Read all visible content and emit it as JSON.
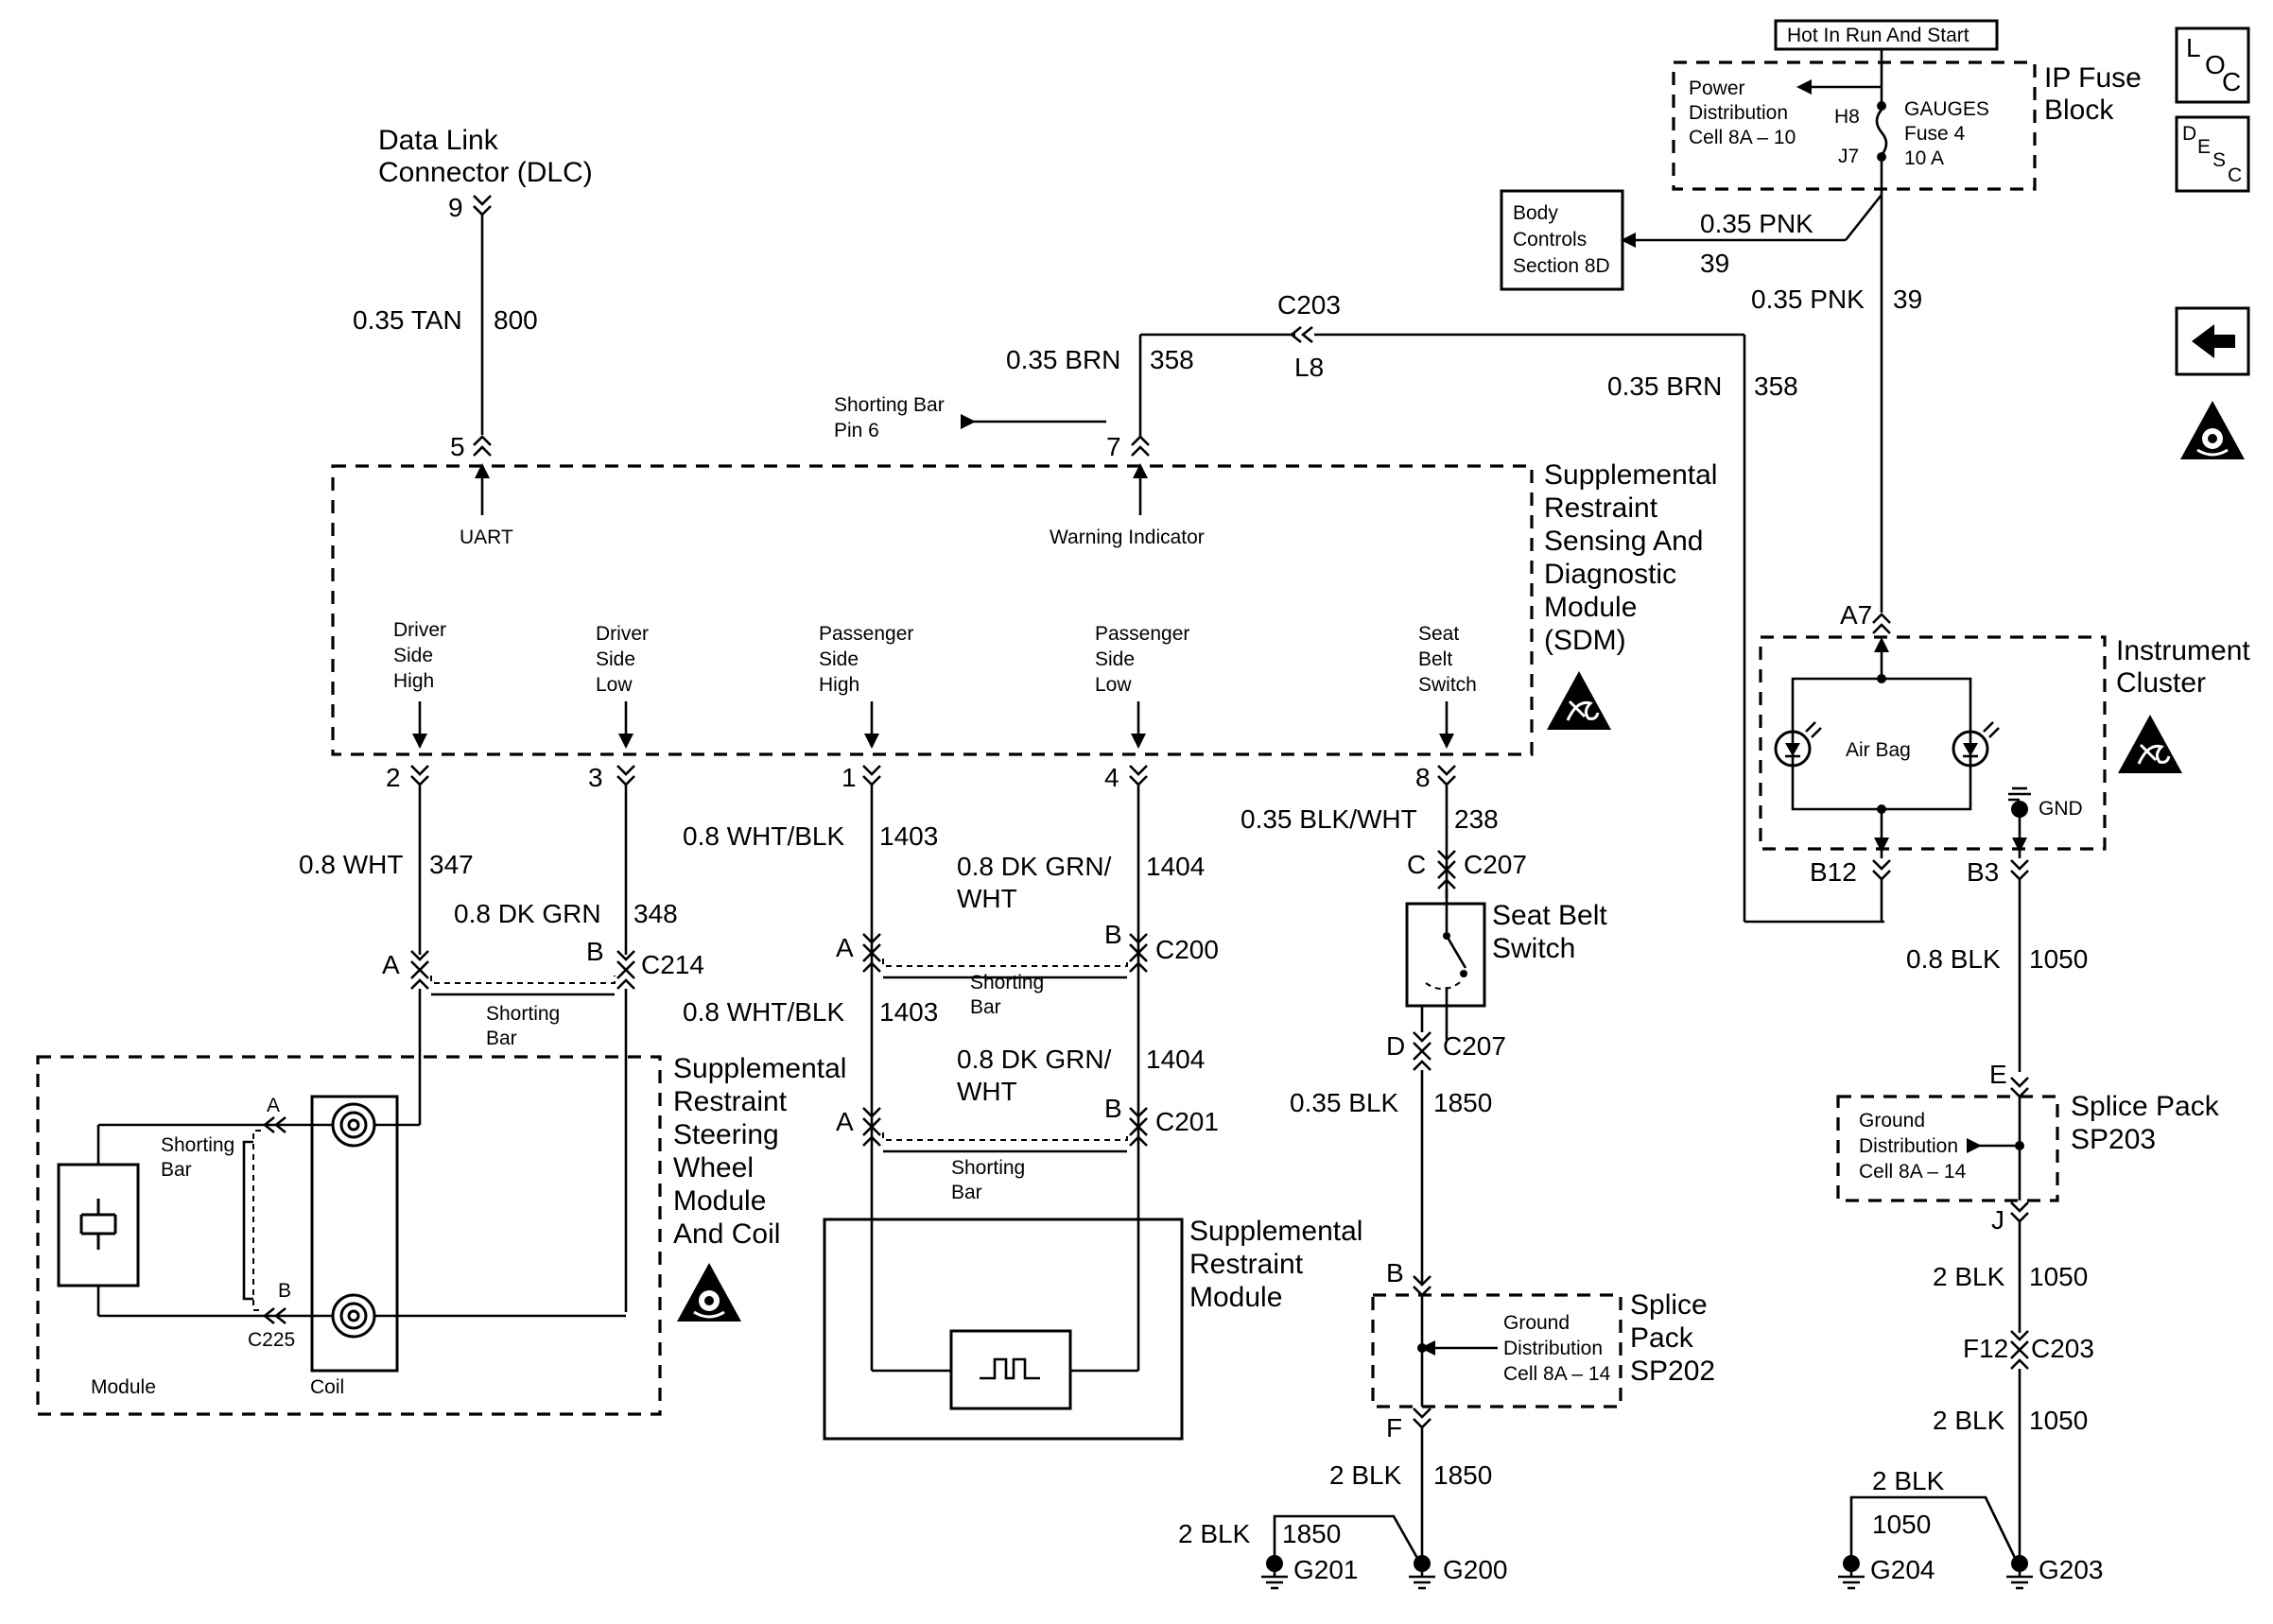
{
  "dlc": {
    "l1": "Data Link",
    "l2": "Connector (DLC)",
    "pin9": "9",
    "pin5": "5",
    "wire": "0.35 TAN",
    "circuit": "800"
  },
  "sdm": {
    "l1": "Supplemental",
    "l2": "Restraint",
    "l3": "Sensing And",
    "l4": "Diagnostic",
    "l5": "Module",
    "l6": "(SDM)",
    "uart": "UART",
    "warning": "Warning Indicator",
    "pin7": "7",
    "dsh": [
      "Driver",
      "Side",
      "High"
    ],
    "dsl": [
      "Driver",
      "Side",
      "Low"
    ],
    "psh": [
      "Passenger",
      "Side",
      "High"
    ],
    "psl": [
      "Passenger",
      "Side",
      "Low"
    ],
    "sbs": [
      "Seat",
      "Belt",
      "Switch"
    ],
    "pin2": "2",
    "pin3": "3",
    "pin1": "1",
    "pin4": "4",
    "pin8": "8"
  },
  "shorting_bar_pin6": {
    "l1": "Shorting Bar",
    "l2": "Pin 6"
  },
  "brn": {
    "wire": "0.35 BRN",
    "circuit": "358",
    "connector": "C203",
    "cavity": "L8"
  },
  "fuse": {
    "hot": "Hot In Run And Start",
    "block1": "IP Fuse",
    "block2": "Block",
    "pd1": "Power",
    "pd2": "Distribution",
    "pd3": "Cell 8A – 10",
    "h8": "H8",
    "j7": "J7",
    "g1": "GAUGES",
    "g2": "Fuse 4",
    "g3": "10 A"
  },
  "body": {
    "l1": "Body",
    "l2": "Controls",
    "l3": "Section 8D",
    "wire": "0.35 PNK",
    "circuit": "39"
  },
  "pnk": {
    "wire": "0.35 PNK",
    "circuit": "39"
  },
  "cluster": {
    "l1": "Instrument",
    "l2": "Cluster",
    "a7": "A7",
    "b12": "B12",
    "b3": "B3",
    "airbag": "Air Bag",
    "gnd": "GND"
  },
  "wires": {
    "w347": "0.8 WHT",
    "c347": "347",
    "w348": "0.8 DK GRN",
    "c348": "348",
    "w1403": "0.8 WHT/BLK",
    "c1403": "1403",
    "w1404a": "0.8 DK GRN/",
    "w1404b": "WHT",
    "c1404": "1404",
    "w238": "0.35 BLK/WHT",
    "c238": "238",
    "w1850": "0.35 BLK",
    "c1850": "1850",
    "w1050": "0.8 BLK",
    "c1050": "1050"
  },
  "c214": {
    "name": "C214",
    "a": "A",
    "b": "B",
    "sb1": "Shorting",
    "sb2": "Bar"
  },
  "c200": {
    "name": "C200",
    "a": "A",
    "b": "B",
    "sb1": "Shorting",
    "sb2": "Bar"
  },
  "c201": {
    "name": "C201",
    "a": "A",
    "b": "B",
    "sb1": "Shorting",
    "sb2": "Bar"
  },
  "c207": {
    "name": "C207",
    "c": "C",
    "d": "D"
  },
  "seatbelt": {
    "l1": "Seat Belt",
    "l2": "Switch"
  },
  "steering": {
    "l1": "Supplemental",
    "l2": "Restraint",
    "l3": "Steering",
    "l4": "Wheel",
    "l5": "Module",
    "l6": "And Coil",
    "sb1": "Shorting",
    "sb2": "Bar",
    "a": "A",
    "b": "B",
    "c225": "C225",
    "module": "Module",
    "coil": "Coil"
  },
  "srm": {
    "l1": "Supplemental",
    "l2": "Restraint",
    "l3": "Module"
  },
  "sp202": {
    "b": "B",
    "f": "F",
    "gd1": "Ground",
    "gd2": "Distribution",
    "gd3": "Cell 8A – 14",
    "l1": "Splice",
    "l2": "Pack",
    "l3": "SP202"
  },
  "sp203": {
    "e": "E",
    "j": "J",
    "gd1": "Ground",
    "gd2": "Distribution",
    "gd3": "Cell 8A – 14",
    "l1": "Splice Pack",
    "l2": "SP203"
  },
  "grounds": {
    "w2blk": "2 BLK",
    "c1850": "1850",
    "c1050": "1050",
    "g200": "G200",
    "g201": "G201",
    "g203": "G203",
    "g204": "G204",
    "f12": "F12",
    "c203": "C203"
  },
  "icons": {
    "loc": [
      "L",
      "O",
      "C"
    ],
    "desc": [
      "D",
      "E",
      "S",
      "C"
    ],
    "back": "back-arrow-icon",
    "esd": "esd-warning-icon"
  }
}
